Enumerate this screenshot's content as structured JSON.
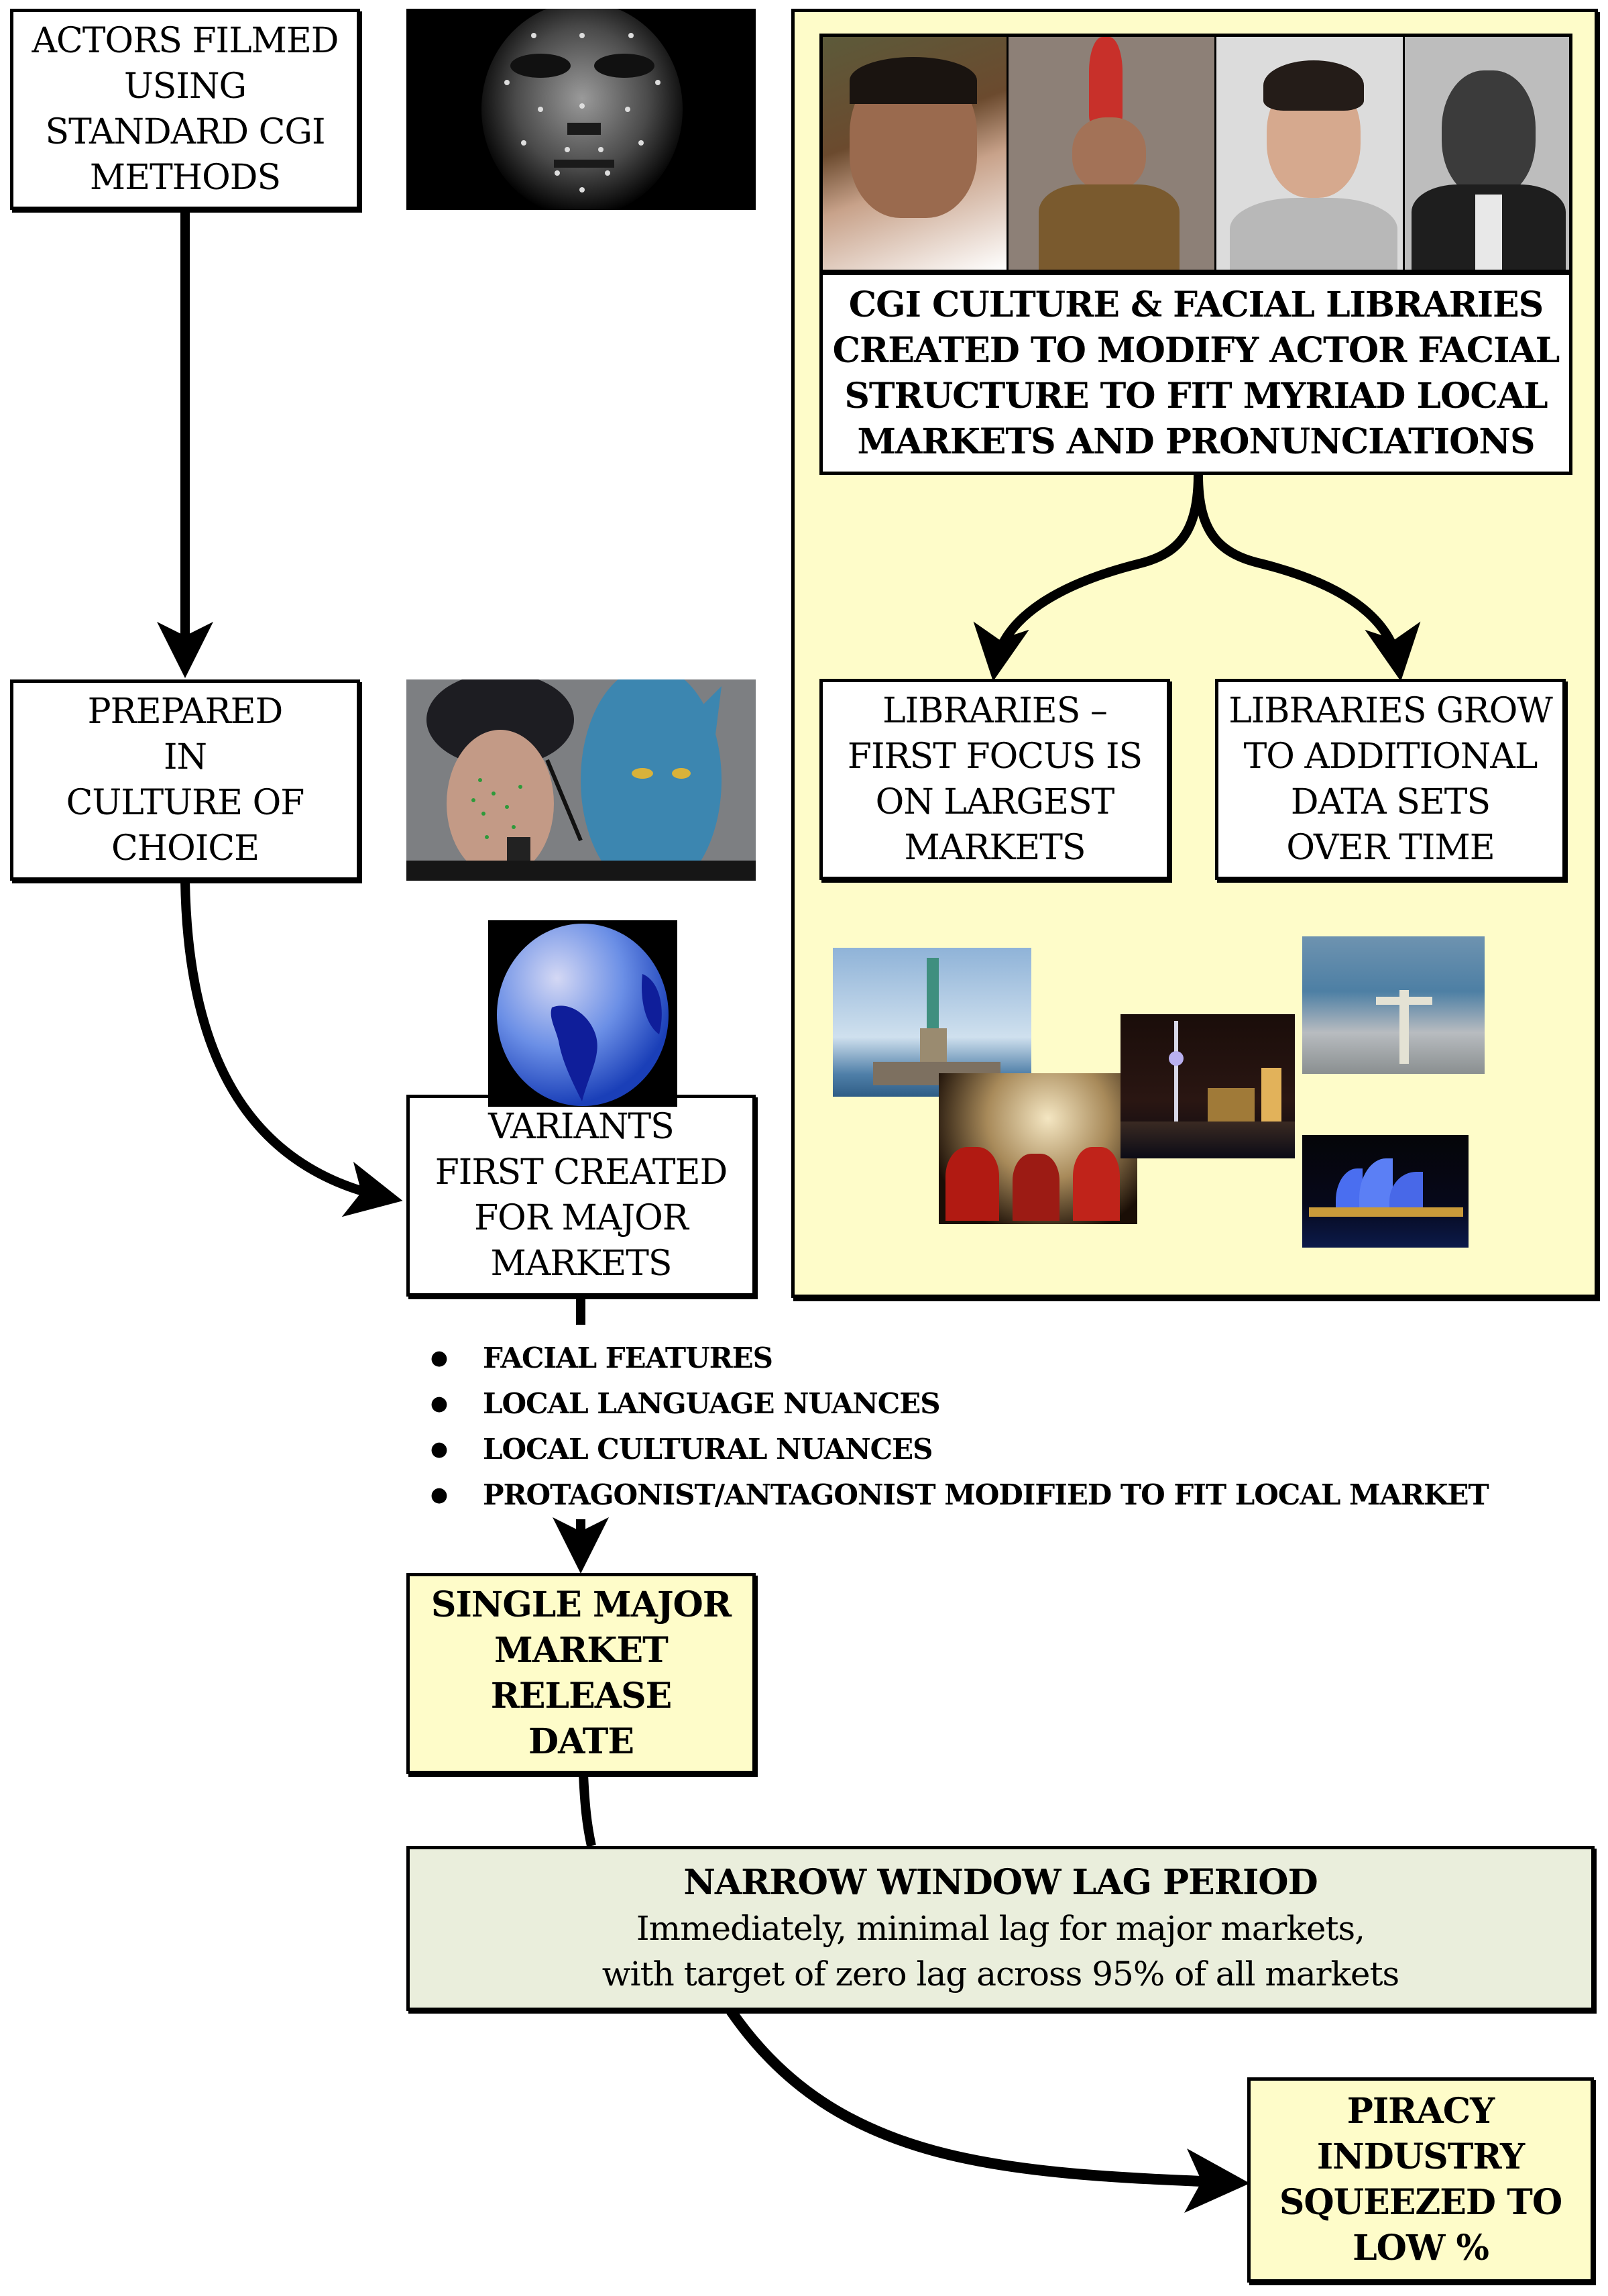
{
  "colors": {
    "panel_bg": "#fefcc9",
    "highlight_box_bg": "#fefcc9",
    "lag_box_bg": "#eaeedc",
    "stroke": "#000000"
  },
  "left_flow": {
    "actors_filmed": [
      "ACTORS FILMED",
      "USING",
      "STANDARD CGI",
      "METHODS"
    ],
    "prepared": [
      "PREPARED",
      "IN",
      "CULTURE OF",
      "CHOICE"
    ],
    "variants": [
      "VARIANTS",
      "FIRST CREATED",
      "FOR MAJOR",
      "MARKETS"
    ],
    "single_release": [
      "SINGLE MAJOR",
      "MARKET",
      "RELEASE",
      "DATE"
    ]
  },
  "images": {
    "mocap_face": "motion-capture-face-photo",
    "avatar_mocap": "actor-and-cgi-avatar-photo",
    "globe": "globe-icon",
    "portraits": [
      "portrait-1",
      "portrait-2-uniformed",
      "portrait-3",
      "portrait-4-bw"
    ],
    "landmarks": [
      "statue-of-liberty",
      "festival-fireworks",
      "shanghai-skyline",
      "christ-the-redeemer-rio",
      "sydney-opera-house"
    ]
  },
  "library_panel": {
    "caption": [
      "CGI CULTURE & FACIAL LIBRARIES",
      "CREATED TO MODIFY ACTOR FACIAL",
      "STRUCTURE TO FIT MYRIAD LOCAL",
      "MARKETS AND PRONUNCIATIONS"
    ],
    "left_branch": [
      "LIBRARIES –",
      "FIRST FOCUS IS",
      "ON LARGEST",
      "MARKETS"
    ],
    "right_branch": [
      "LIBRARIES GROW",
      "TO ADDITIONAL",
      "DATA SETS",
      "OVER TIME"
    ]
  },
  "bullets": [
    "FACIAL FEATURES",
    "LOCAL LANGUAGE NUANCES",
    "LOCAL CULTURAL NUANCES",
    "PROTAGONIST/ANTAGONIST MODIFIED TO FIT LOCAL MARKET"
  ],
  "lag_period": {
    "title": "NARROW WINDOW LAG PERIOD",
    "lines": [
      "Immediately, minimal lag for major markets,",
      "with target of zero lag across 95% of all markets"
    ]
  },
  "piracy": [
    "PIRACY",
    "INDUSTRY",
    "SQUEEZED TO",
    "LOW %"
  ]
}
